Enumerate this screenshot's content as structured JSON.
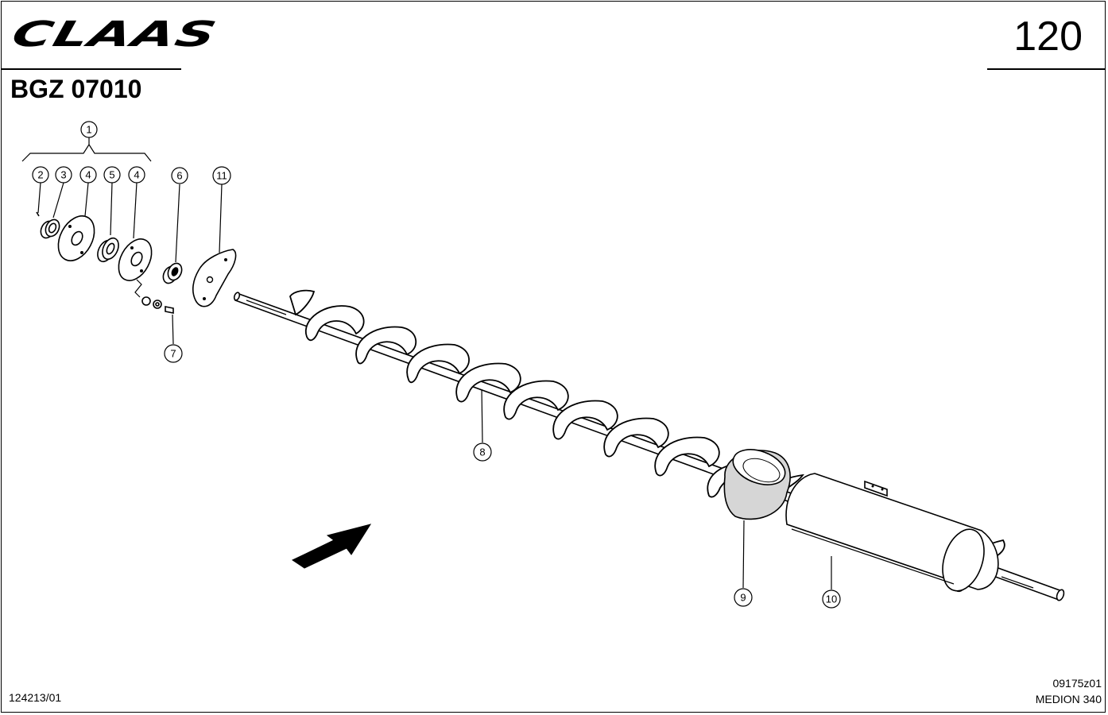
{
  "header": {
    "brand": "CLAAS",
    "page_number": "120",
    "document_code": "BGZ 07010"
  },
  "footer": {
    "left_code": "124213/01",
    "drawing_ref": "09175z01",
    "model": "MEDION 340"
  },
  "callouts": [
    {
      "id": "c1",
      "label": "1"
    },
    {
      "id": "c2",
      "label": "2"
    },
    {
      "id": "c3",
      "label": "3"
    },
    {
      "id": "c4a",
      "label": "4"
    },
    {
      "id": "c5",
      "label": "5"
    },
    {
      "id": "c4b",
      "label": "4"
    },
    {
      "id": "c6",
      "label": "6"
    },
    {
      "id": "c11",
      "label": "11"
    },
    {
      "id": "c7",
      "label": "7"
    },
    {
      "id": "c8",
      "label": "8"
    },
    {
      "id": "c9",
      "label": "9"
    },
    {
      "id": "c10",
      "label": "10"
    }
  ]
}
